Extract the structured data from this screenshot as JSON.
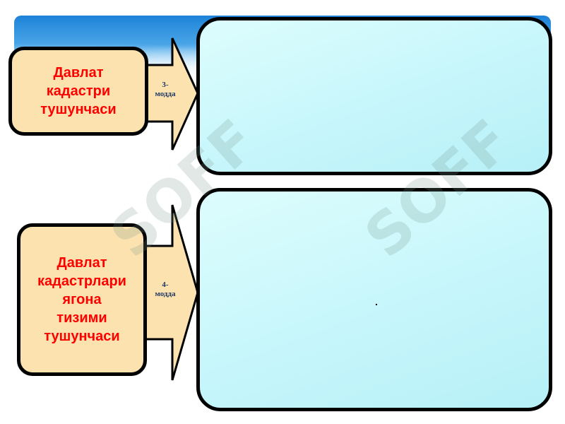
{
  "concepts": [
    {
      "text": "Давлат\nкадастри\nтушунчаси"
    },
    {
      "text": "Давлат\nкадастрлари\nягона\nтизими\nтушунчаси"
    }
  ],
  "arrows": [
    {
      "label": "3-\nмодда"
    },
    {
      "label": "4-\nмодда"
    }
  ],
  "panels": [
    {
      "text": ""
    },
    {
      "text": "."
    }
  ],
  "watermark": "SOFF",
  "colors": {
    "concept_fill": "#fbe2ae",
    "concept_text": "#ff0000",
    "arrow_fill": "#fbe2ae",
    "arrow_label": "#1f3864",
    "panel_fill": "#c6f6fb",
    "outline": "#000000",
    "sky": "#1d83d8"
  }
}
